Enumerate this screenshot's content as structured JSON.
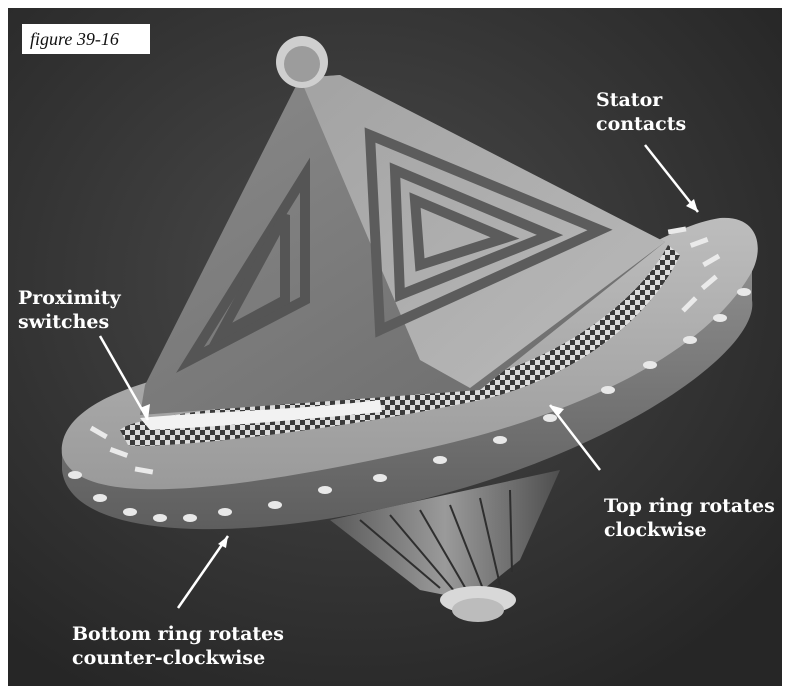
{
  "figure": {
    "caption": "figure 39-16",
    "labels": {
      "stator_contacts": [
        "Stator",
        "contacts"
      ],
      "proximity_switches": [
        "Proximity",
        "switches"
      ],
      "top_ring": [
        "Top ring rotates",
        "clockwise"
      ],
      "bottom_ring": [
        "Bottom ring rotates",
        "counter-clockwise"
      ]
    },
    "colors": {
      "background": "#3a3a3a",
      "label_text": "#ffffff",
      "caption_box": "#ffffff"
    }
  }
}
